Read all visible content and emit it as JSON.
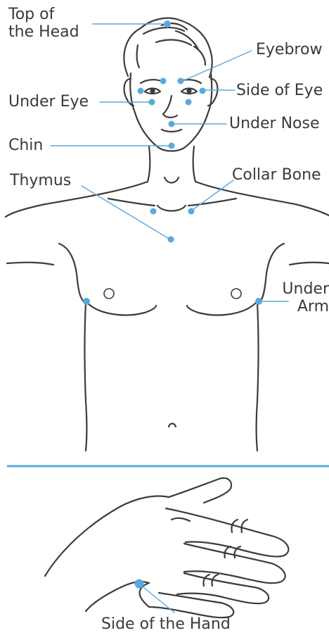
{
  "labels": {
    "top_of_head": "Top of\nthe Head",
    "eyebrow": "Eyebrow",
    "under_eye": "Under Eye",
    "side_of_eye": "Side of Eye",
    "under_nose": "Under Nose",
    "chin": "Chin",
    "collar_bone": "Collar Bone",
    "thymus": "Thymus",
    "under_arm": "Under\nArm",
    "side_of_hand": "Side of the Hand"
  },
  "colors": {
    "outline": "#3c3c3c",
    "point": "#5aa9dc",
    "leader": "#5aa9dc",
    "divider": "#5aa9dc",
    "text": "#3a3a3a"
  },
  "icons": {
    "tapping_point": "filled-circle",
    "nipple": "open-circle"
  }
}
